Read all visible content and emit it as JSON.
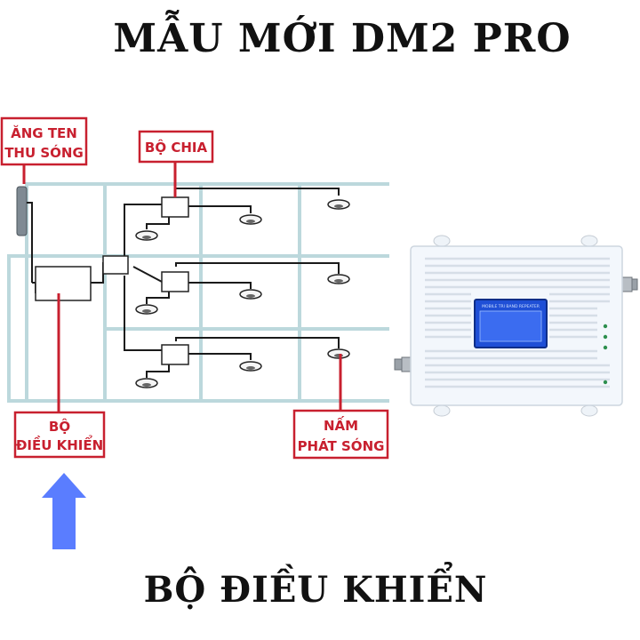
{
  "title_top": "MẪU MỚI DM2 PRO",
  "title_bottom": "BỘ ĐIỀU KHIỂN",
  "labels": {
    "antenna_line1": "ĂNG TEN",
    "antenna_line2": "THU SÓNG",
    "splitter": "BỘ CHIA",
    "controller_line1": "BỘ",
    "controller_line2": "ĐIỀU KHIỂN",
    "emitter_line1": "NẤM",
    "emitter_line2": "PHÁT SÓNG"
  },
  "device": {
    "screen_title": "MOBILE TRI BAND REPEATER"
  },
  "colors": {
    "label_red": "#c8202f",
    "wall_blue": "#bcd8dc",
    "arrow_blue": "#5a7dff",
    "device_white": "#f3f7fc",
    "screen_blue": "#1f4fd6"
  }
}
